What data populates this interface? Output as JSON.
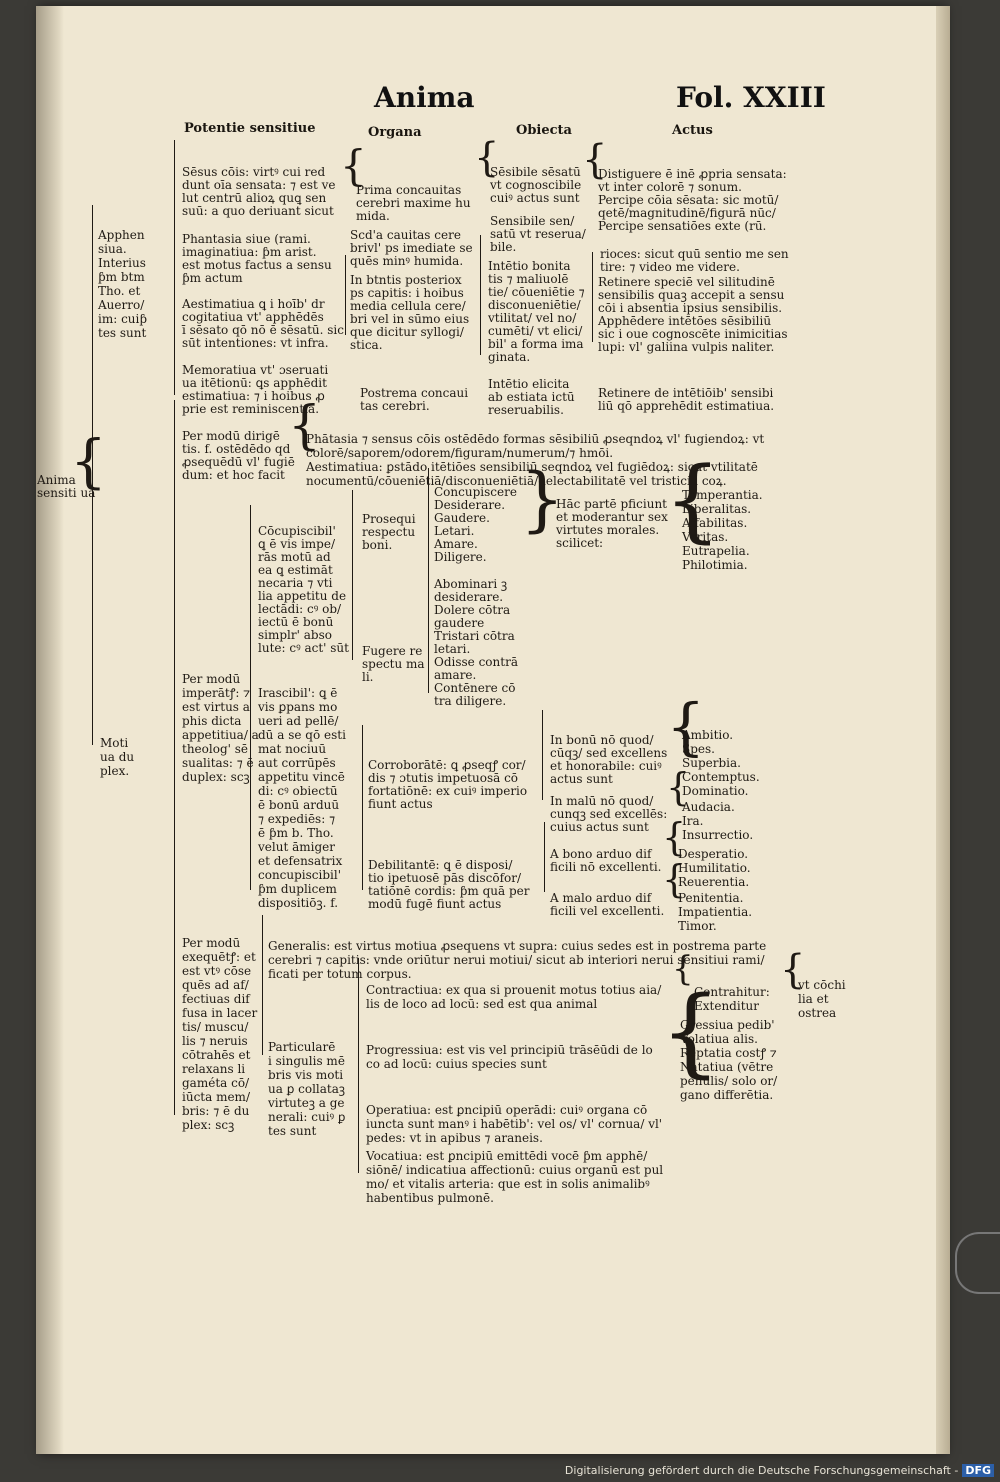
{
  "header": {
    "title": "Anima",
    "folio": "Fol. XXIII"
  },
  "columns": {
    "potentie": "Potentie sensitiue",
    "organa": "Organa",
    "obiecta": "Obiecta",
    "actus": "Actus"
  },
  "root": [
    "Anima",
    "sensiti ua"
  ],
  "apprehensiua": [
    "Apphen",
    "siua.",
    "Interius",
    "ƥm btm",
    "Tho. et",
    "Auerro/",
    "im: cuiƥ",
    "tes sunt"
  ],
  "motiua": [
    "Moti",
    "ua du",
    "plex."
  ],
  "sensus_communis": {
    "potentia": [
      "Sēsus cōis: virtꝰ cui red",
      "dunt oīa sensata: ⁊ est ve",
      "lut centrū alioꝝ quꝗ sen",
      "suū: a quo deriuant sicut"
    ],
    "organum": [
      "Prima concauitas",
      "cerebri maxime hu",
      "mida."
    ],
    "obiectum": [
      "Sēsibile sēsatū",
      "vt cognoscibile",
      "cuiꝰ actus sunt"
    ],
    "actus": [
      "Distiguere ē inē ꝓpria sensata:",
      "vt inter colorē ⁊ sonum.",
      "Percipe cōia sēsata: sic motū/",
      "qetē/magnitudinē/figurā nūc/",
      "Percipe sensatiōes exte (rū."
    ]
  },
  "phantasia": {
    "potentia": [
      "Phantasia siue (rami.",
      "imaginatiua: ƥm arist.",
      "est motus factus a sensu",
      "ƥm actum"
    ],
    "organum": [
      "Scd'a cauitas cere",
      "brivl' ps imediate se",
      "quēs minꝰ humida."
    ],
    "obiectum": [
      "Sensibile sen/",
      "satū vt reserua/",
      "bile."
    ],
    "actus": [
      "rioces: sicut quū sentio me sen",
      "tire: ⁊ video me videre."
    ]
  },
  "aestimatiua": {
    "potentia": [
      "Aestimatiua ꝗ i hoīb' dr",
      "cogitatiua vt' apphēdēs",
      "ī sēsato qō nō ē sēsatū. sic",
      "sūt intentiones: vt infra."
    ],
    "organum": [
      "In btntis posteriox",
      "ps capitis: i hoibus",
      "media cellula cere/",
      "bri vel in sūmo eius",
      "que dicitur syllogi/",
      "stica."
    ],
    "obiectum": [
      "Intētio bonita",
      "tis ⁊ maliuolē",
      "tie/ cōueniētie ⁊",
      "disconueniētie/",
      "vtilitat/ vel no/",
      "cumēti/ vt elici/",
      "bil' a forma ima",
      "ginata."
    ],
    "actus": [
      "Retinere speciē vel silitudinē",
      "sensibilis quaꝫ accepit a sensu",
      "cōi i absentia ipsius sensibilis.",
      "Apphēdere intētōes sēsibiliū",
      "sic i oue cognoscēte inimicitias",
      "lupi: vl' galiina vulpis naliter."
    ]
  },
  "memoratiua": {
    "potentia": [
      "Memoratiua vt' ɔseruati",
      "ua itētionū: ꝗs apphēdit",
      "estimatiua: ⁊ i hoibus ꝓ",
      "prie est reminiscentia."
    ],
    "organum": [
      "Postrema concaui",
      "tas cerebri."
    ],
    "obiectum": [
      "Intētio elicita",
      "ab estiata ictū",
      "reseruabilis."
    ],
    "actus": [
      "Retinere de intētiōib' sensibi",
      "liū qō apprehēdit estimatiua."
    ]
  },
  "dirigens": {
    "label": [
      "Per modū dirigē",
      "tis. f. ostēdēdo qd",
      "ꝓsequēdū vl' fugiē",
      "dum: et hoc facit"
    ],
    "text": [
      "Phātasia ⁊ sensus cōis ostēdēdo formas sēsibiliū ꝓseqndoꝝ vl' fugiendoꝝ: vt",
      "colorē/saporem/odorem/figuram/numerum/⁊ hmōi.",
      "Aestimatiua: ꝑstādo itētiōes sensibiliū seqndoꝝ vel fugiēdoꝝ: sicut vtilitatē",
      "nocumentū/cōueniētiā/disconueniētiā/delectabilitatē vel tristiciā coꝝ."
    ]
  },
  "imperans": [
    "Per modū",
    "imperātꝭ: ⁊",
    "est virtus a",
    "phis dicta",
    "appetitiua/ a",
    "theolog' sē",
    "sualitas: ⁊ ē",
    "duplex: scꝫ"
  ],
  "concupiscibilis": [
    "Cōcupiscibil'",
    "ꝗ ē vis impe/",
    "rās motū ad",
    "ea ꝗ estimāt",
    "necaria ⁊ vti",
    "lia appetitu de",
    "lectādi: cꝰ ob/",
    "iectū ē bonū",
    "simplr' abso",
    "lute: cꝰ act' sūt"
  ],
  "prosequi": [
    "Prosequi",
    "respectu",
    "boni."
  ],
  "prosequi_acts": [
    "Concupiscere",
    "Desiderare.",
    "Gaudere.",
    "Letari.",
    "Amare.",
    "Diligere."
  ],
  "virtues_intro": [
    "Hāc partē pficiunt",
    "et moderantur sex",
    "virtutes morales.",
    "scilicet:"
  ],
  "virtues": [
    "Temperantia.",
    "Liberalitas.",
    "Affabilitas.",
    "Veritas.",
    "Eutrapelia.",
    "Philotimia."
  ],
  "fugere": [
    "Fugere re",
    "spectu ma",
    "li."
  ],
  "fugere_acts": [
    "Abominari ꝫ",
    "desiderare.",
    "Dolere cōtra",
    "gaudere",
    "Tristari cōtra",
    "letari.",
    "Odisse contrā",
    "amare.",
    "Contēnere cō",
    "tra diligere."
  ],
  "irascibilis": [
    "Irascibil': ꝗ ē",
    "vis ꝑpans mo",
    "ueri ad pellē/",
    "dū a se qō esti",
    "mat nociuū",
    "aut corrūpēs",
    "appetitu vincē",
    "di: cꝰ obiectū",
    "ē bonū arduū",
    "⁊ expediēs: ⁊",
    "ē ƥm b. Tho.",
    "velut āmiger",
    "et defensatrix",
    "concupiscibil'",
    "ƥm duplicem",
    "dispositiōꝫ. f."
  ],
  "corroborans": [
    "Corroborātē: ꝗ ꝓseqꝭ cor/",
    "dis ⁊ ɔtutis impetuosā cō",
    "fortatiōnē: ex cuiꝰ imperio",
    "fiunt actus"
  ],
  "bonum_excellens": [
    "In bonū nō quod/",
    "cūqꝫ/ sed excellens",
    "et honorabile: cuiꝰ",
    "actus sunt"
  ],
  "malum_excellens": [
    "In malū nō quod/",
    "cunqꝫ sed excellēs:",
    "cuius actus sunt"
  ],
  "acts_bonum": [
    "Ambitio.",
    "Spes.",
    "Superbia.",
    "Contemptus.",
    "Dominatio."
  ],
  "acts_malum": [
    "Audacia.",
    "Ira.",
    "Insurrectio."
  ],
  "debilitans": [
    "Debilitantē: ꝗ ē disposi/",
    "tio ipetuosē pās discōfor/",
    "tatiōnē cordis: ƥm quā per",
    "modū fugē fiunt actus"
  ],
  "arduo_bono": [
    "A bono arduo dif",
    "ficili nō excellenti."
  ],
  "arduo_malo": [
    "A malo arduo dif",
    "ficili vel excellenti."
  ],
  "acts_arduo_bono": [
    "Desperatio.",
    "Humilitatio.",
    "Reuerentia."
  ],
  "acts_arduo_malo": [
    "Penitentia.",
    "Impatientia.",
    "Timor."
  ],
  "exequens": [
    "Per modū",
    "exequētꝭ: et",
    "est vtꝰ cōse",
    "quēs ad af/",
    "fectiuas dif",
    "fusa in lacer",
    "tis/ muscu/",
    "lis ⁊ neruis",
    "cōtrahēs et",
    "relaxans li",
    "gaméta cō/",
    "iūcta mem/",
    "bris: ⁊ ē du",
    "plex: scꝫ"
  ],
  "generalis": [
    "Generalis: est virtus motiua ꝓsequens vt supra: cuius sedes est in postrema parte",
    "cerebri ⁊ capitis: vnde oriūtur nerui motiui/ sicut ab interiori nerui sensitiui rami/",
    "ficati per totum corpus."
  ],
  "particularis": [
    "Particularē",
    "i singulis mē",
    "bris vis moti",
    "ua ꝑ collataꝫ",
    "virtuteꝫ a ge",
    "nerali: cuiꝰ ꝑ",
    "tes sunt"
  ],
  "contractiua": [
    "Contractiua: ex qua si prouenit motus totius aia/",
    "lis de loco ad locū: sed est qua animal"
  ],
  "contractiua_acts": [
    "Contrahitur:",
    "Extenditur"
  ],
  "contractiua_ex": [
    "vt cōchi",
    "lia et",
    "ostrea"
  ],
  "progressiua": [
    "Progressiua: est vis vel principiū trāsēūdi de lo",
    "co ad locū: cuius species sunt"
  ],
  "progressiua_species": [
    "Gressiua pedib'",
    "Volatiua alis.",
    "Reptatia costꝭ ⁊",
    "Natatiua (vētre",
    "penulis/ solo or/",
    "gano differētia."
  ],
  "operatiua": [
    "Operatiua: est ꝑncipiū operādi: cuiꝰ organa cō",
    "iuncta sunt manꝰ i habētib': vel os/ vl' cornua/ vl'",
    "pedes: vt in apibus ⁊ araneis."
  ],
  "vocatiua": [
    "Vocatiua: est ꝑncipiū emittēdi vocē ƥm apphē/",
    "siōnē/ indicatiua affectionū: cuius organū est pul",
    "mo/ et vitalis arteria: que est in solis animalibꝰ",
    "habentibus pulmonē."
  ],
  "footer": {
    "text": "Digitalisierung gefördert durch die Deutsche Forschungsgemeinschaft -",
    "logo": "DFG"
  }
}
